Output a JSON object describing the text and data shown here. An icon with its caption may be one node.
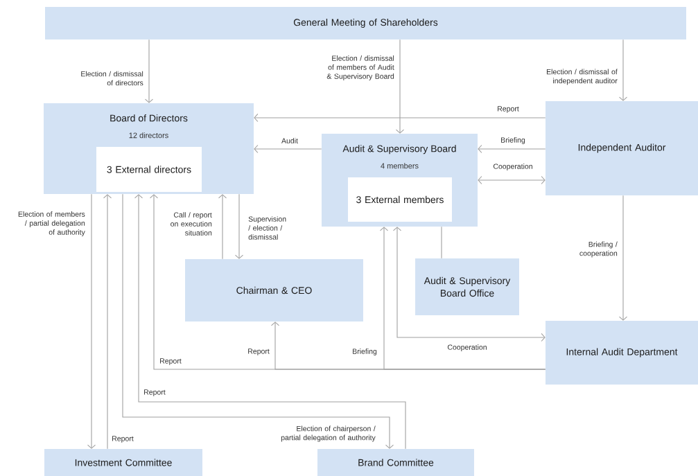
{
  "diagram": {
    "nodes": [
      {
        "text": [
          "General Meeting of Shareholders"
        ]
      },
      {
        "text": [
          "Board of Directors",
          "12 directors"
        ]
      },
      {
        "text": [
          "3 External directors"
        ],
        "in": 1
      },
      {
        "text": [
          "Audit & Supervisory Board",
          "4 members"
        ]
      },
      {
        "text": [
          "3 External members"
        ],
        "in": 3
      },
      {
        "text": [
          "Independent Auditor"
        ]
      },
      {
        "text": [
          "Chairman & CEO"
        ]
      },
      {
        "text": [
          "Audit & Supervisory Board Office"
        ]
      },
      {
        "text": [
          "Internal Audit Department"
        ]
      },
      {
        "text": [
          "Investment Committee"
        ]
      },
      {
        "text": [
          "Brand Committee"
        ]
      }
    ],
    "edges": [
      {
        "from": 0,
        "to": 1,
        "arrow": "to",
        "label": "Election / dismissal of directors"
      },
      {
        "from": 0,
        "to": 3,
        "arrow": "to",
        "label": "Election / dismissal of members of Audit & Supervisory Board"
      },
      {
        "from": 0,
        "to": 5,
        "arrow": "to",
        "label": "Election / dismissal of independent auditor"
      },
      {
        "from": 5,
        "to": 1,
        "arrow": "to",
        "label": "Report"
      },
      {
        "from": 3,
        "to": 1,
        "arrow": "to",
        "label": "Audit"
      },
      {
        "from": 5,
        "to": 3,
        "arrow": "to",
        "label": "Briefing"
      },
      {
        "from": 3,
        "to": 5,
        "arrow": "both",
        "label": "Cooperation"
      },
      {
        "from": 5,
        "to": 8,
        "arrow": "to",
        "label": "Briefing / cooperation"
      },
      {
        "from": 7,
        "to": 3,
        "arrow": "none"
      },
      {
        "from": 1,
        "to": 9,
        "arrow": "to",
        "label": "Election of members / partial delegation of authority"
      },
      {
        "from": 9,
        "to": 1,
        "arrow": "to",
        "label": "Report"
      },
      {
        "from": 1,
        "to": 10,
        "arrow": "to",
        "label": "Election of chairperson / partial delegation of authority"
      },
      {
        "from": 10,
        "to": 1,
        "arrow": "to",
        "label": "Report"
      },
      {
        "from": 6,
        "to": 1,
        "arrow": "to",
        "label": "Call / report on execution situation"
      },
      {
        "from": 1,
        "to": 6,
        "arrow": "to",
        "label": "Supervision / election / dismissal"
      },
      {
        "from": 8,
        "to": 1,
        "arrow": "to",
        "label": "Report"
      },
      {
        "from": 8,
        "to": 6,
        "arrow": "to",
        "label": "Report"
      },
      {
        "from": 8,
        "to": 3,
        "arrow": "to",
        "label": "Briefing"
      },
      {
        "from": 3,
        "to": 8,
        "arrow": "both",
        "label": "Cooperation"
      }
    ]
  }
}
